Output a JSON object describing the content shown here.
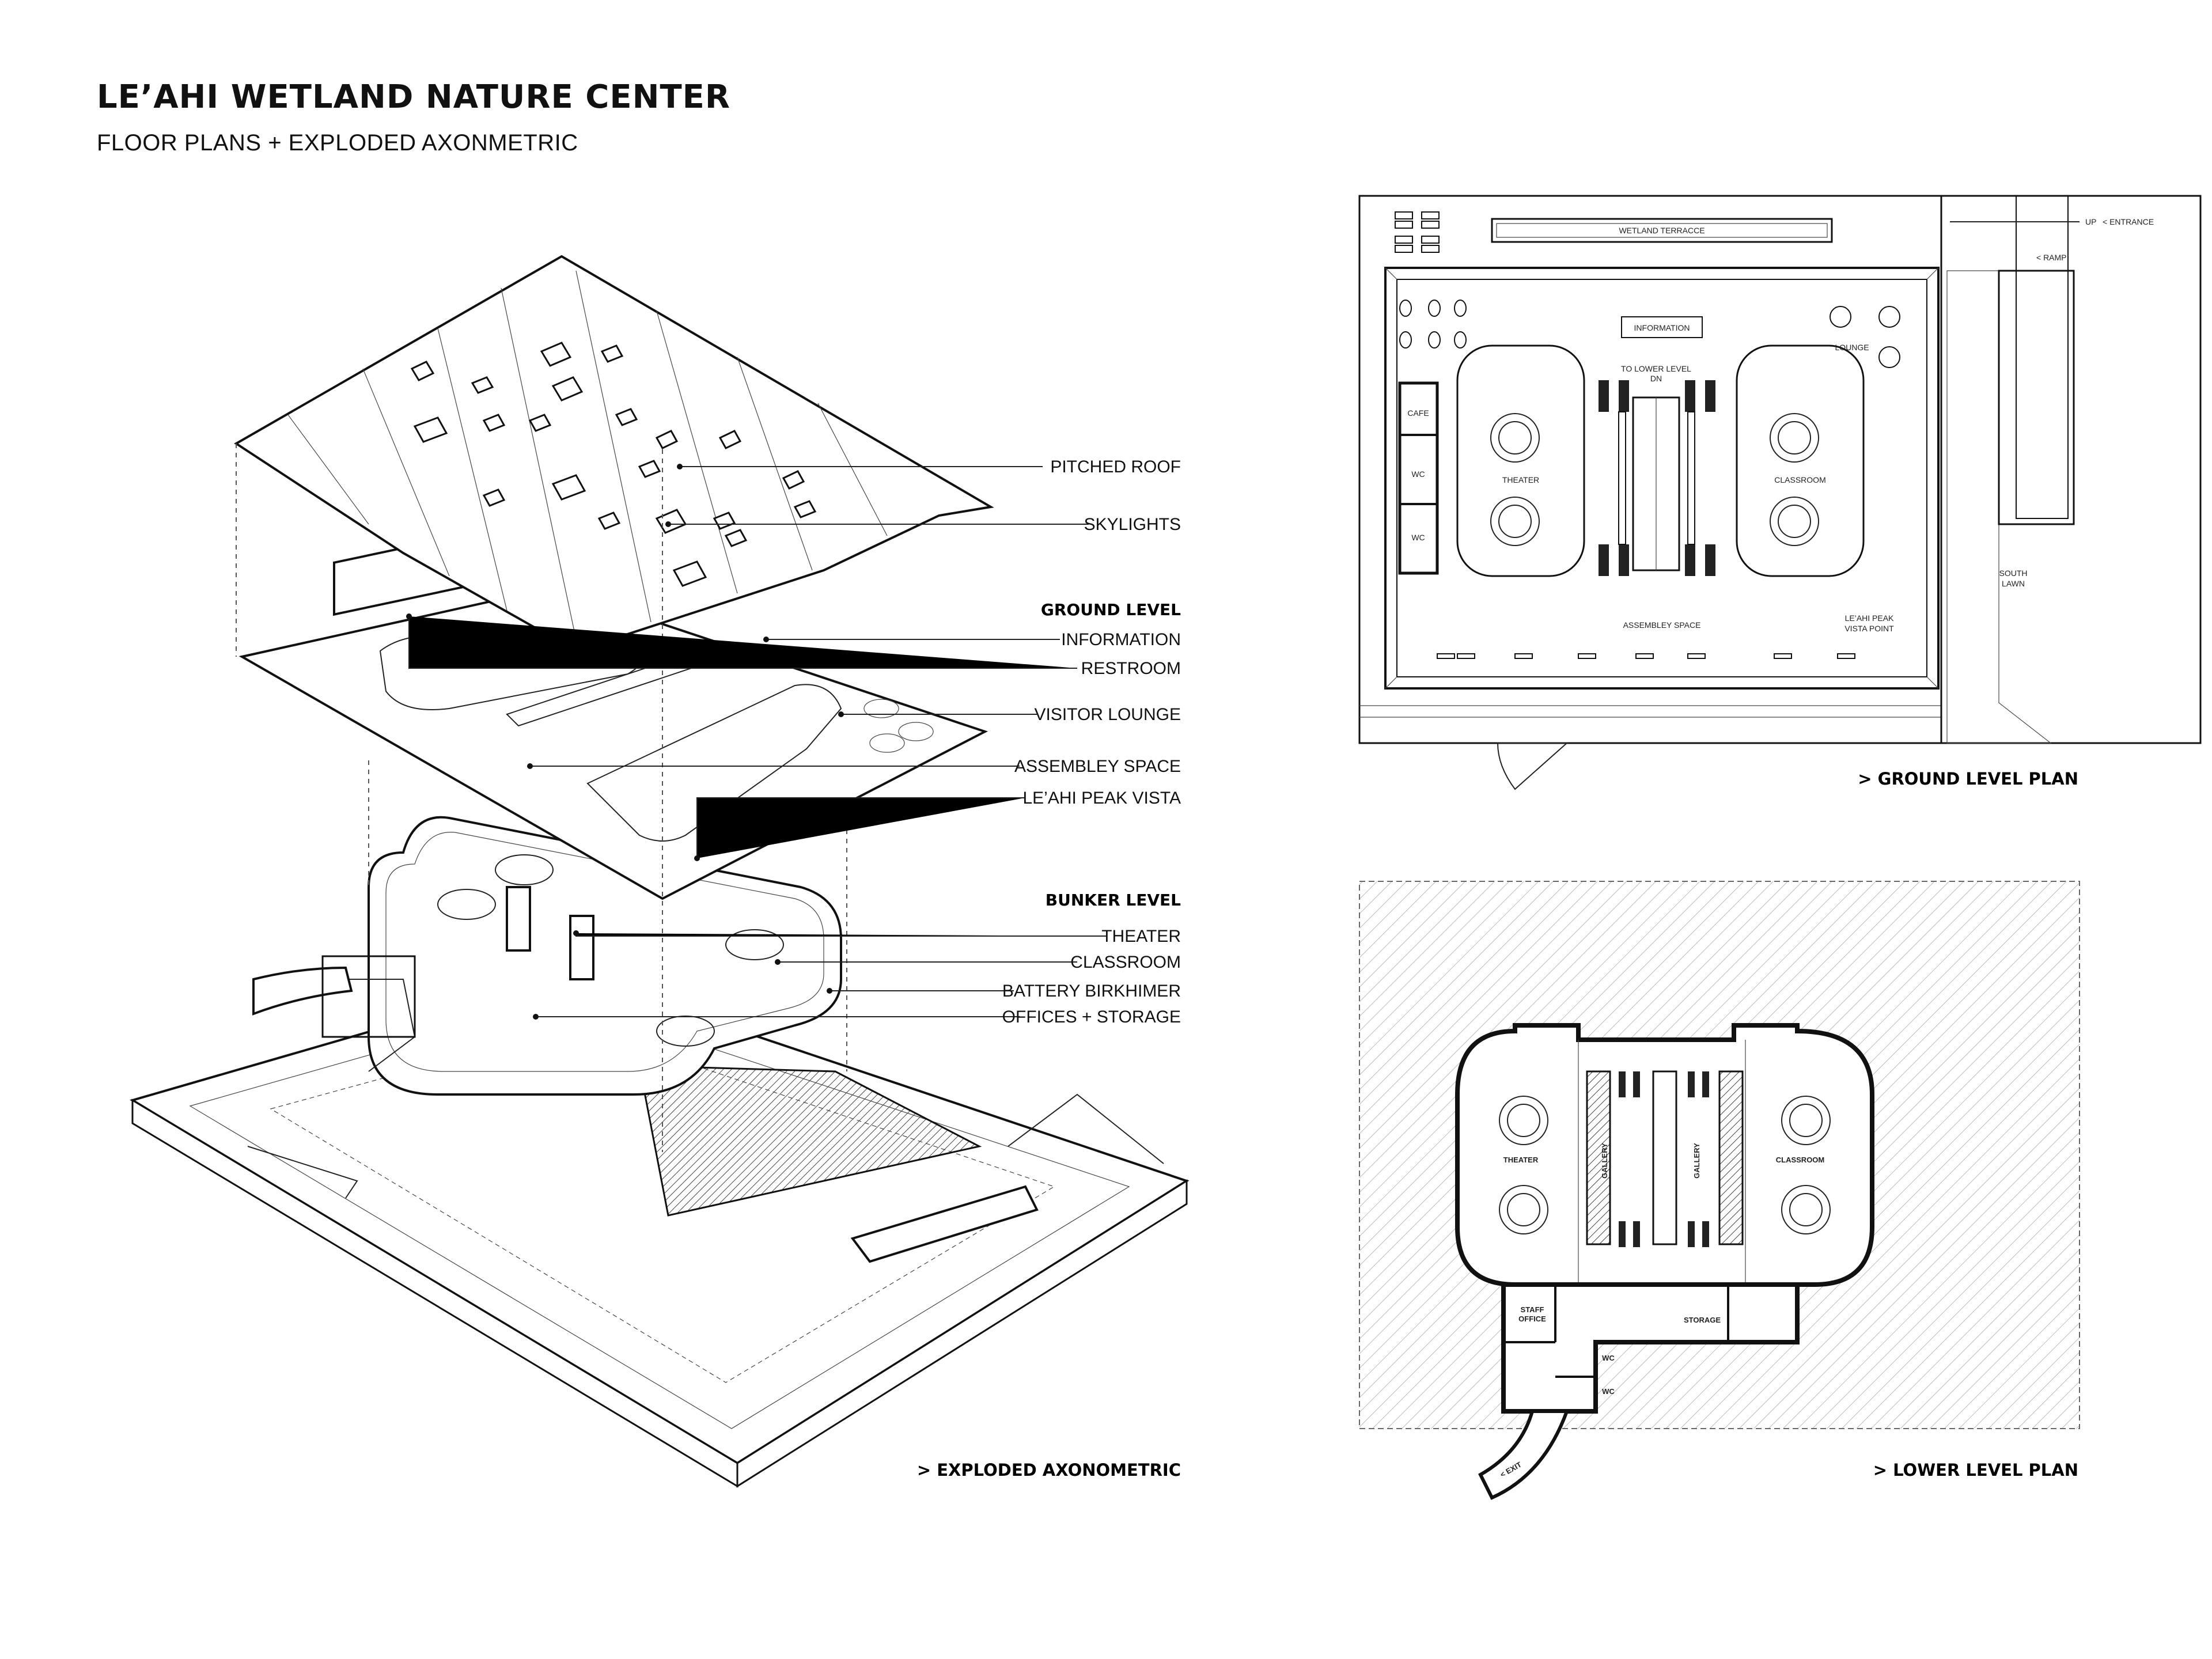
{
  "header": {
    "title": "LE’AHI WETLAND NATURE CENTER",
    "subtitle": "FLOOR PLANS + EXPLODED AXONMETRIC"
  },
  "axonometric": {
    "caption": "> EXPLODED AXONOMETRIC",
    "labels": {
      "pitched_roof": "PITCHED ROOF",
      "skylights": "SKYLIGHTS",
      "ground_level": "GROUND LEVEL",
      "information": "INFORMATION",
      "restroom": "RESTROOM",
      "visitor_lounge": "VISITOR LOUNGE",
      "assembly_space": "ASSEMBLEY SPACE",
      "peak_vista": "LE’AHI PEAK VISTA",
      "bunker_level": "BUNKER LEVEL",
      "theater": "THEATER",
      "classroom": "CLASSROOM",
      "battery": "BATTERY BIRKHIMER",
      "offices": "OFFICES + STORAGE"
    }
  },
  "ground_plan": {
    "caption": "> GROUND LEVEL PLAN",
    "labels": {
      "terrace": "WETLAND TERRACCE",
      "entrance": "< ENTRANCE",
      "up": "UP",
      "ramp": "< RAMP",
      "information": "INFORMATION",
      "lounge": "LOUNGE",
      "to_lower": "TO LOWER LEVEL",
      "dn": "DN",
      "cafe": "CAFE",
      "wc1": "WC",
      "wc2": "WC",
      "theater": "THEATER",
      "classroom": "CLASSROOM",
      "assembly": "ASSEMBLEY SPACE",
      "vista_1": "LE’AHI PEAK",
      "vista_2": "VISTA POINT",
      "south_lawn_1": "SOUTH",
      "south_lawn_2": "LAWN"
    }
  },
  "lower_plan": {
    "caption": "> LOWER LEVEL PLAN",
    "labels": {
      "theater": "THEATER",
      "classroom": "CLASSROOM",
      "gallery_1": "GALLERY",
      "gallery_2": "GALLERY",
      "staff_1": "STAFF",
      "staff_2": "OFFICE",
      "storage": "STORAGE",
      "wc1": "WC",
      "wc2": "WC",
      "exit": "< EXIT"
    }
  }
}
